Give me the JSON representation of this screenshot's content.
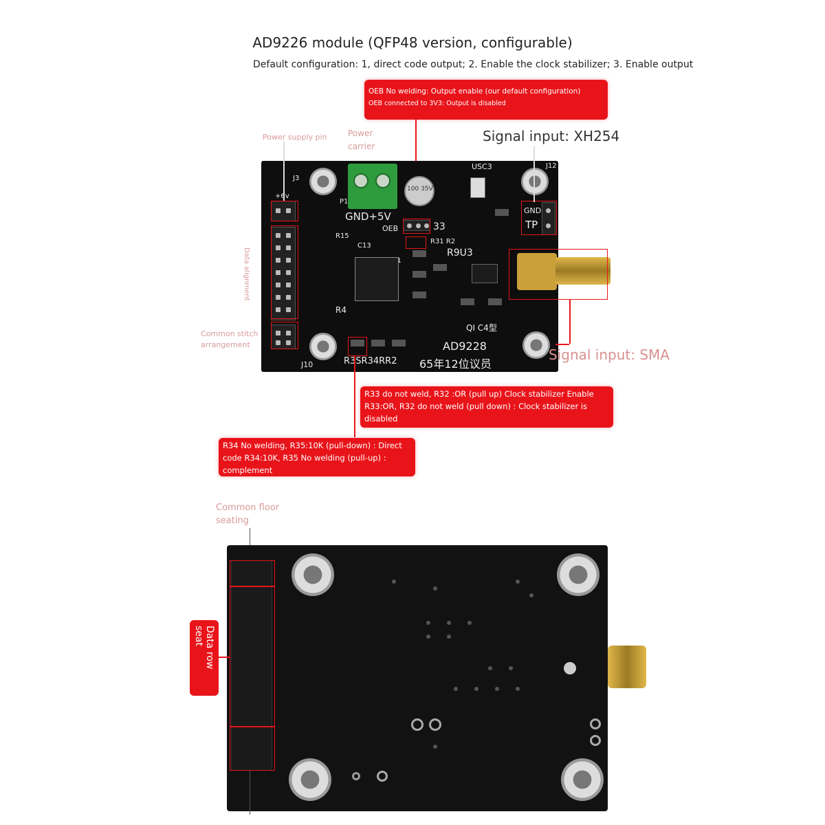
{
  "header": {
    "title": "AD9226 module (QFP48 version, configurable)",
    "subtitle": "Default configuration: 1, direct code output; 2. Enable the clock stabilizer; 3. Enable output"
  },
  "annotations": {
    "oeb": {
      "line1": "OEB No welding: Output enable (our default configuration)",
      "line2": "OEB connected to 3V3: Output is disabled"
    },
    "power_supply_pin": "Power supply pin",
    "power_carrier_1": "Power",
    "power_carrier_2": "carrier",
    "signal_xh254": "Signal input: XH254",
    "data_alignment": "Data alignment",
    "common_stitch_1": "Common stitch",
    "common_stitch_2": "arrangement",
    "signal_sma": "Signal input: SMA",
    "r33": {
      "line1": "R33 do not weld, R32 :OR (pull up) Clock stabilizer Enable",
      "line2": "R33:OR, R32 do not weld (pull down) : Clock stabilizer is",
      "line3": "disabled"
    },
    "r34": {
      "line1": "R34 No welding, R35:10K (pull-down) : Direct",
      "line2": "code R34:10K, R35 No welding (pull-up) :",
      "line3": "complement"
    },
    "common_floor_1": "Common floor",
    "common_floor_2": "seating",
    "data_row_seat": "Data row seat"
  },
  "board_silkscreen": {
    "j3": "J3",
    "plus6v": "+6v",
    "gnd_5v": "GND+5V",
    "p1": "P1",
    "usc3": "USC3",
    "oeb": "OEB",
    "num33": "33",
    "r31r2": "R31 R2",
    "r9u3": "R9U3",
    "r15": "R15",
    "c13": "C13",
    "u1": "U1",
    "r4": "R4",
    "gnd_tp": "GND",
    "tp": "TP",
    "ql_c4": "QI C4型",
    "ad9228": "AD9228",
    "cn_label": "65年12位议员",
    "r3sr34rr2": "R3SR34RR2",
    "j10": "J10",
    "j12": "J12",
    "cap": "100 35V"
  },
  "colors": {
    "accent_red": "#e8141a",
    "pcb": "#0e0e0e",
    "terminal_green": "#2e9b3c",
    "sma_gold": "#c9a03a"
  }
}
